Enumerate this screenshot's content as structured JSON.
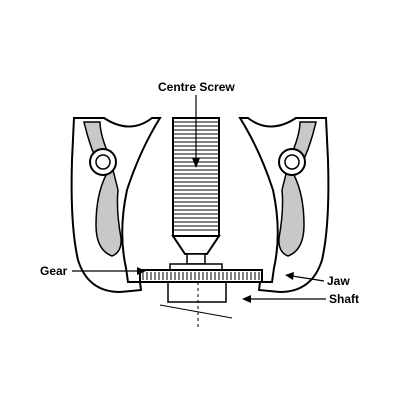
{
  "labels": {
    "centre_screw": "Centre Screw",
    "gear": "Gear",
    "jaw": "Jaw",
    "shaft": "Shaft"
  },
  "colors": {
    "ink": "#000000",
    "fill_gray": "#c8c8c8",
    "background": "#ffffff"
  }
}
